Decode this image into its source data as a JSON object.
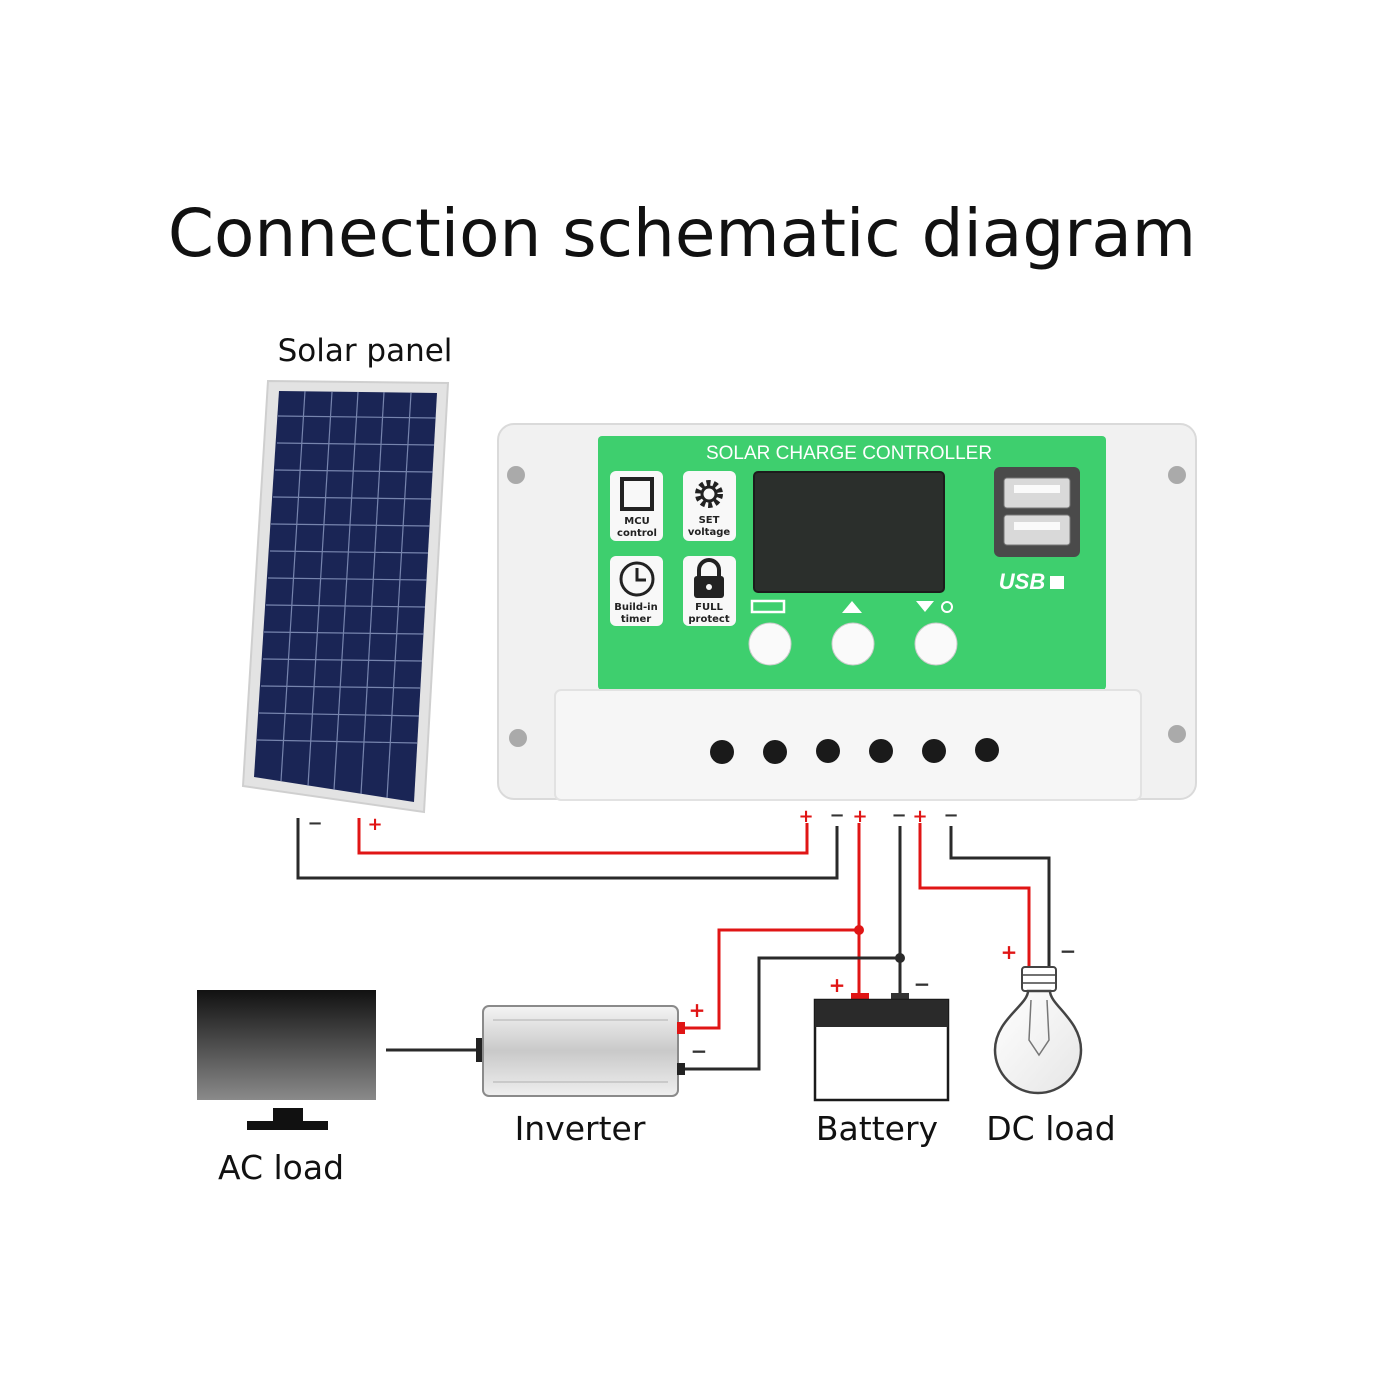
{
  "title": "Connection schematic diagram",
  "components": {
    "solar_panel": "Solar panel",
    "inverter": "Inverter",
    "battery": "Battery",
    "dc_load": "DC load",
    "ac_load": "AC load"
  },
  "controller": {
    "heading": "SOLAR CHARGE CONTROLLER",
    "features": [
      {
        "line1": "MCU",
        "line2": "control",
        "icon": "chip-icon"
      },
      {
        "line1": "SET",
        "line2": "voltage",
        "icon": "gear-icon"
      },
      {
        "line1": "Build-in",
        "line2": "timer",
        "icon": "clock-icon"
      },
      {
        "line1": "FULL",
        "line2": "protect",
        "icon": "lock-icon"
      }
    ],
    "usb_label": "USB",
    "button_icons": [
      "menu-icon",
      "up-arrow-icon",
      "down-arrow-icon"
    ]
  },
  "polarity": {
    "plus": "+",
    "minus": "−"
  },
  "colors": {
    "positive_wire": "#e01515",
    "negative_wire": "#2a2a2a",
    "controller_green": "#3ecf6e",
    "controller_case": "#f1f1f1",
    "panel_cells": "#1a2555"
  }
}
